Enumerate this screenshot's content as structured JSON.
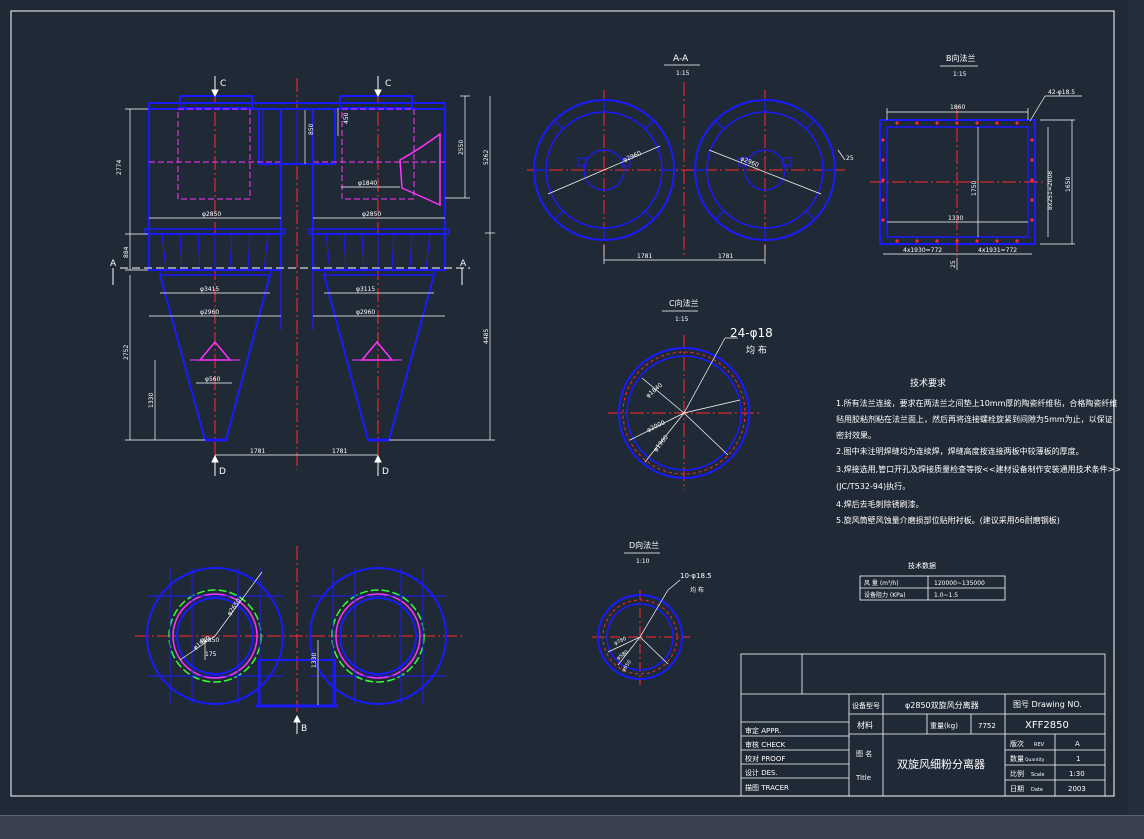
{
  "colors": {
    "background": "#202a36",
    "frame": "#ffffff",
    "outline": "#1a1aff",
    "centerline": "#ff2a2a",
    "hidden": "#ff33ff",
    "dimension": "#ffffff",
    "green": "#33ff33"
  },
  "views": {
    "front": {
      "section_c_left": "C",
      "section_c_right": "C",
      "section_a_left": "A",
      "section_a_right": "A",
      "arrow_d_left": "D",
      "arrow_d_right": "D",
      "dims": [
        "2774",
        "2550",
        "5262",
        "884",
        "2752",
        "1330",
        "4485",
        "φ2850",
        "φ2850",
        "φ3415",
        "φ3115",
        "φ2960",
        "φ2960",
        "φ1840",
        "φ560",
        "1781",
        "1781",
        "850",
        "450"
      ]
    },
    "top": {
      "arrow_b": "B",
      "dims": [
        "φ2650",
        "φ1940",
        "φ2850",
        "175",
        "1330"
      ]
    },
    "aa": {
      "title": "A-A",
      "scale": "1:15",
      "dims": [
        "φ2960",
        "φ2960",
        "1781",
        "1781",
        "25"
      ]
    },
    "bflange": {
      "title": "B向法兰",
      "scale": "1:15",
      "holes": "42-φ18.5",
      "dims": [
        "1860",
        "8x251=2008",
        "1650",
        "1750",
        "1330",
        "4x1930=772",
        "4x1931=772",
        "25"
      ]
    },
    "cflange": {
      "title": "C向法兰",
      "scale": "1:15",
      "holes": "24-φ18",
      "holes_note": "均 布",
      "dims": [
        "φ1840",
        "φ2000",
        "φ1960"
      ]
    },
    "dflange": {
      "title": "D向法兰",
      "scale": "1:10",
      "holes": "10-φ18.5",
      "holes_note": "均 布",
      "dims": [
        "φ780",
        "φ580",
        "φ650"
      ]
    }
  },
  "tech_requirements": {
    "heading": "技术要求",
    "lines": [
      "1.所有法兰连接，要求在两法兰之间垫上10mm厚的陶瓷纤维毡，合格陶瓷纤维",
      "   毡用胶粘剂粘在法兰面上，然后再将连接螺栓旋紧到间隙为5mm为止，以保证",
      "   密封效果。",
      "2.图中未注明焊缝均为连续焊，焊缝高度按连接两板中较薄板的厚度。",
      "3.焊接选用,管口开孔及焊接质量检查等按<<建材设备制作安装通用技术条件>>",
      "   (JC/T532-94)执行。",
      "4.焊后去毛刺除锈刷漆。",
      "5.旋风筒壁风蚀量介磨损部位贴附衬板。(建议采用δ6耐磨钢板)"
    ]
  },
  "tech_data": {
    "heading": "技术数据",
    "rows": [
      {
        "label": "风  量  (m³/h)",
        "value": "120000~135000"
      },
      {
        "label": "设备阻力  (KPa)",
        "value": "1.0~1.5"
      }
    ]
  },
  "title_block": {
    "equip_code_label": "设备型号",
    "equip_code": "φ2850双旋风分离器",
    "drawing_no_label": "图号 Drawing NO.",
    "drawing_no": "XFF2850",
    "material_label": "材料",
    "weight_label": "重量(kg)",
    "weight": "7752",
    "title_cn_label": "图 名",
    "title_en_label": "Title",
    "title": "双旋风细粉分离器",
    "rev_label": "版次",
    "rev_en": "REV",
    "rev": "A",
    "qty_label": "数量",
    "qty_en": "Quantity",
    "qty": "1",
    "scale_label": "比例",
    "scale_en": "Scale",
    "scale": "1:30",
    "date_label": "日期",
    "date_en": "Date",
    "date": "2003",
    "roles": [
      "审定 APPR.",
      "审核 CHECK",
      "校对 PROOF",
      "设计 DES.",
      "描图 TRACER"
    ]
  }
}
